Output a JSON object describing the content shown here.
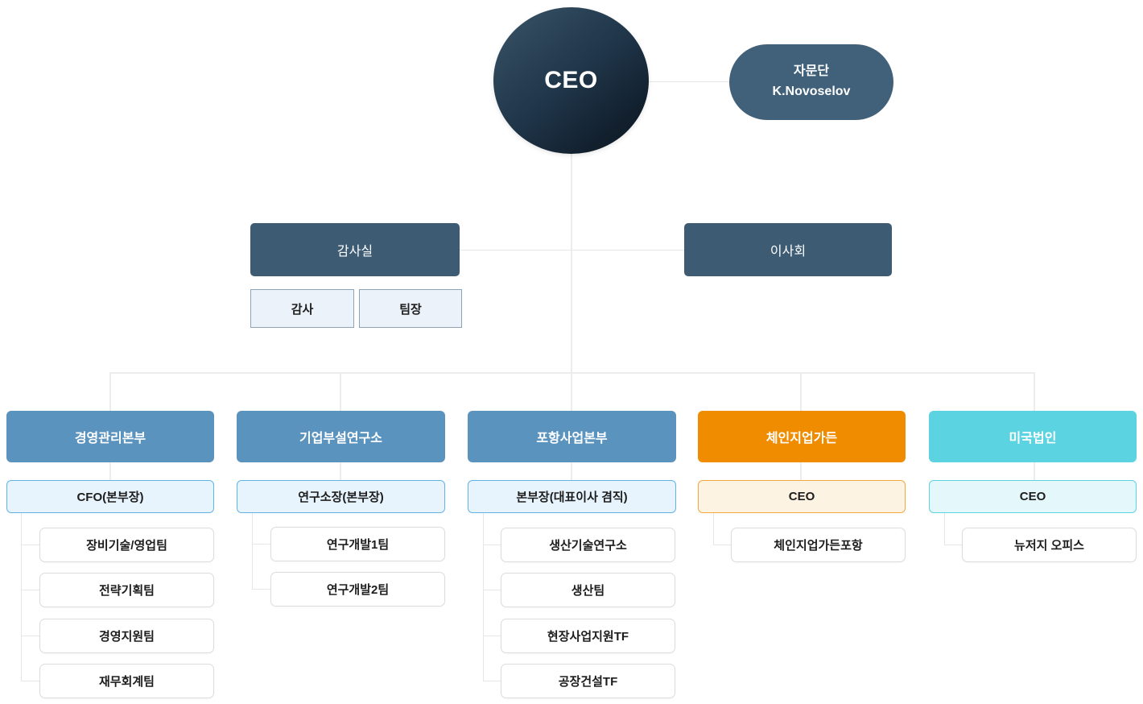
{
  "diagram": {
    "type": "organization-chart",
    "title": "",
    "colors": {
      "ceo_dark": "#12202e",
      "slate": "#3d5c74",
      "advisor": "#41617a",
      "steel_blue": "#5b93bf",
      "orange": "#ef8c00",
      "turquoise": "#5bd3e0",
      "sub_blue_fill": "#e7f4fd",
      "sub_blue_border": "#63b2e8",
      "sub_orange_fill": "#fdf3e3",
      "sub_orange_border": "#f0a93a",
      "sub_cyan_fill": "#e4f8fb",
      "sub_cyan_border": "#5bd3e0",
      "leaf_fill": "#ffffff",
      "leaf_border": "#dcdcdc",
      "connector": "#e6e6e6"
    }
  },
  "root": {
    "label": "CEO"
  },
  "advisor": {
    "line1": "자문단",
    "line2": "K.Novoselov"
  },
  "staff": {
    "audit_office": {
      "label": "감사실"
    },
    "board": {
      "label": "이사회"
    },
    "audit_children": [
      {
        "label": "감사"
      },
      {
        "label": "팀장"
      }
    ]
  },
  "divisions": [
    {
      "header": "경영관리본부",
      "head": "CFO(본부장)",
      "theme": "blue",
      "teams": [
        {
          "label": "장비기술/영업팀"
        },
        {
          "label": "전략기획팀"
        },
        {
          "label": "경영지원팀"
        },
        {
          "label": "재무회계팀"
        }
      ]
    },
    {
      "header": "기업부설연구소",
      "head": "연구소장(본부장)",
      "theme": "blue",
      "teams": [
        {
          "label": "연구개발1팀"
        },
        {
          "label": "연구개발2팀"
        }
      ]
    },
    {
      "header": "포항사업본부",
      "head": "본부장(대표이사 겸직)",
      "theme": "blue",
      "teams": [
        {
          "label": "생산기술연구소"
        },
        {
          "label": "생산팀"
        },
        {
          "label": "현장사업지원TF"
        },
        {
          "label": "공장건설TF"
        }
      ]
    },
    {
      "header": "체인지업가든",
      "head": "CEO",
      "theme": "orange",
      "teams": [
        {
          "label": "체인지업가든포항"
        }
      ]
    },
    {
      "header": "미국법인",
      "head": "CEO",
      "theme": "cyan",
      "teams": [
        {
          "label": "뉴저지 오피스"
        }
      ]
    }
  ]
}
